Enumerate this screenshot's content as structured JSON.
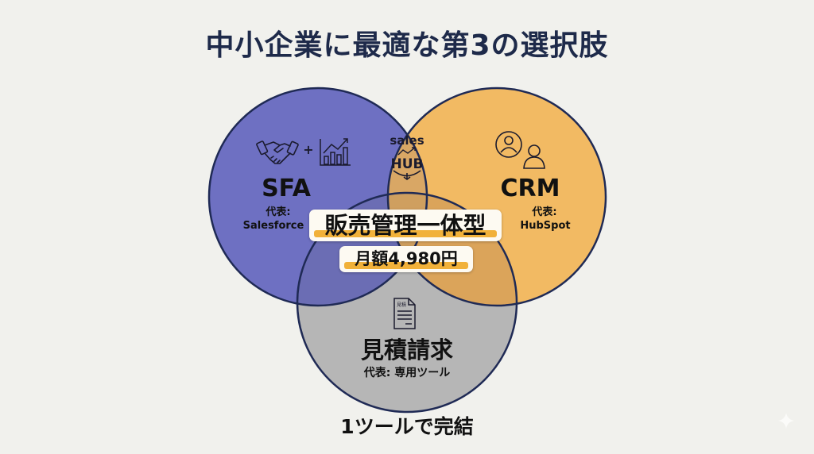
{
  "title": "中小企業に最適な第3の選択肢",
  "circles": {
    "sfa": {
      "label": "SFA",
      "rep_prefix": "代表:",
      "rep_name": "Salesforce",
      "icons": [
        "handshake-icon",
        "plus-icon",
        "growth-chart-icon"
      ],
      "plus": "+",
      "color": "#6e70c2"
    },
    "crm": {
      "label": "CRM",
      "rep_prefix": "代表:",
      "rep_name": "HubSpot",
      "icons": [
        "users-icon"
      ],
      "color": "#f2ba63"
    },
    "invoice": {
      "label": "見積請求",
      "rep": "代表: 専用ツール",
      "icons": [
        "estimate-document-icon"
      ],
      "doc_icon_text": "見積",
      "color": "#b6b6b6"
    }
  },
  "overlap_sfa_crm": {
    "logo_top": "sales",
    "logo_bottom": "HUB"
  },
  "center": {
    "title": "販売管理一体型",
    "price": "月額4,980円",
    "highlight_color": "#f1b13a"
  },
  "footer": "1ツールで完結",
  "outline_color": "#1f2a55"
}
